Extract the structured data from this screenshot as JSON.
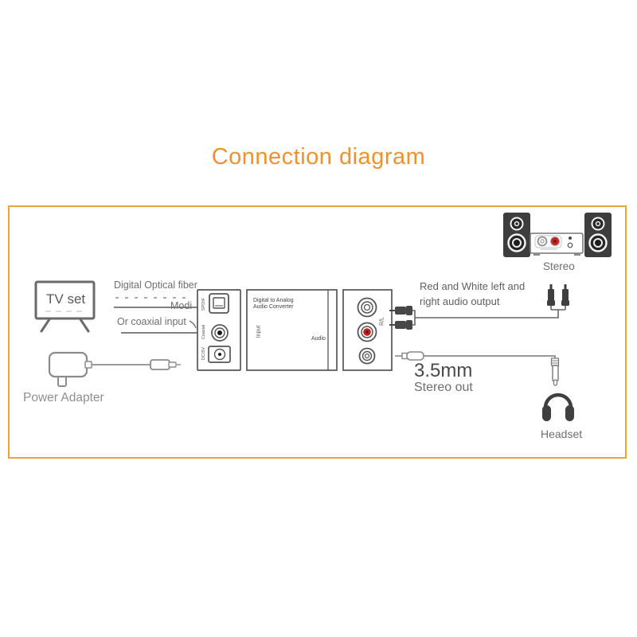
{
  "title": "Connection diagram",
  "colors": {
    "accent_orange": "#EF922C",
    "frame_orange": "#E9A43C",
    "line_gray": "#6a6a6a",
    "text_gray": "#6e6e6e",
    "speaker_dark": "#3d3d3d",
    "rca_red": "#C32020"
  },
  "diagram": {
    "tv": {
      "label": "TV set"
    },
    "inputs": {
      "optical_label": "Digital Optical fiber",
      "mode_label": "Modi",
      "coaxial_label": "Or coaxial input"
    },
    "power": {
      "label": "Power Adapter"
    },
    "converter": {
      "name_line1": "Digital to Analog",
      "name_line2": "Audio Converter",
      "port_spdif": "SPDIF",
      "port_coaxial": "Coaxial",
      "port_dc": "DC/5V",
      "input_label": "Input",
      "audio_label": "Audio",
      "rl_label": "R/L"
    },
    "outputs": {
      "rca_note_line1": "Red and White left and",
      "rca_note_line2": "right audio output",
      "jack_size": "3.5mm",
      "jack_note": "Stereo out"
    },
    "stereo": {
      "label": "Stereo"
    },
    "headset": {
      "label": "Headset"
    }
  }
}
